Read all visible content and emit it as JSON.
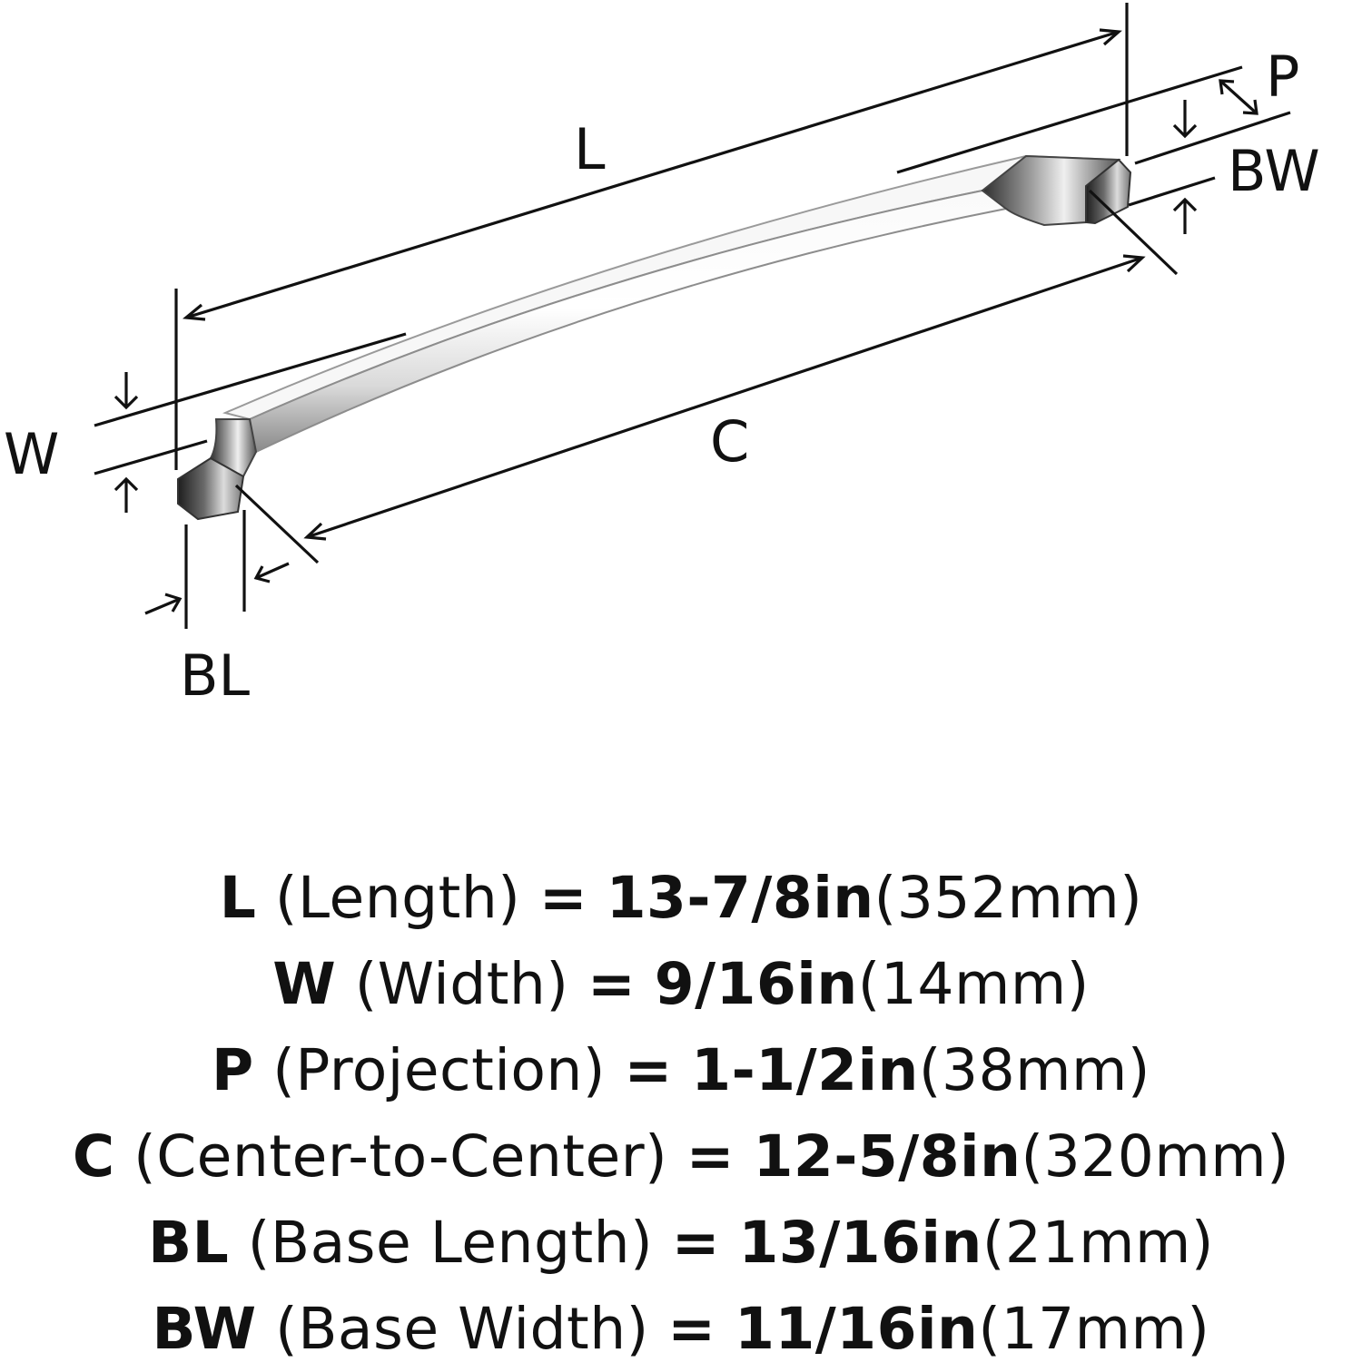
{
  "diagram": {
    "labels": {
      "L": "L",
      "W": "W",
      "P": "P",
      "BW": "BW",
      "C": "C",
      "BL": "BL"
    },
    "colors": {
      "ink": "#111111",
      "metal_light": "#f4f4f4",
      "metal_mid": "#c8c8c8",
      "metal_dark": "#4a4a4a"
    }
  },
  "specs": [
    {
      "symbol": "L",
      "name": "(Length)",
      "eq": "=",
      "value": "13-7/8in",
      "metric": "(352mm)"
    },
    {
      "symbol": "W",
      "name": "(Width)",
      "eq": "=",
      "value": "9/16in",
      "metric": "(14mm)"
    },
    {
      "symbol": "P",
      "name": "(Projection)",
      "eq": "=",
      "value": "1-1/2in",
      "metric": "(38mm)"
    },
    {
      "symbol": "C",
      "name": "(Center-to-Center)",
      "eq": "=",
      "value": "12-5/8in",
      "metric": "(320mm)"
    },
    {
      "symbol": "BL",
      "name": "(Base Length)",
      "eq": "=",
      "value": "13/16in",
      "metric": "(21mm)"
    },
    {
      "symbol": "BW",
      "name": "(Base Width)",
      "eq": "=",
      "value": "11/16in",
      "metric": "(17mm)"
    }
  ]
}
